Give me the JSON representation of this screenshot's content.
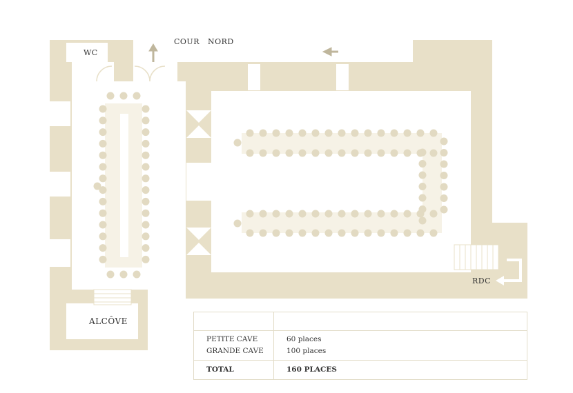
{
  "labels": {
    "wc": "WC",
    "cour_nord": "COUR   NORD",
    "alcove": "ALCÔVE",
    "rdc": "RDC"
  },
  "capacity_table": {
    "rows": [
      {
        "name": "PETITE CAVE",
        "value": "60 places"
      },
      {
        "name": "GRANDE CAVE",
        "value": "100 places"
      }
    ],
    "total": {
      "name": "TOTAL",
      "value": "160 PLACES"
    }
  },
  "colors": {
    "wall": "#e8e0c8",
    "table": "#f6f2e6",
    "chair": "#e2dac2",
    "arrow": "#bfb69c",
    "floor": "#ffffff"
  },
  "seating": {
    "petite_cave_seats": 60,
    "grande_cave_seats": 100
  }
}
